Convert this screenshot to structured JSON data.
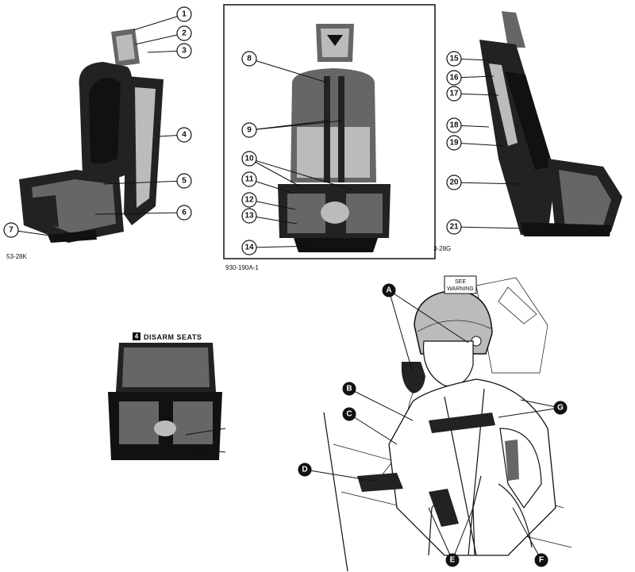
{
  "figure_codes": {
    "left_view": "53-28K",
    "center_view": "930-190A-1",
    "right_view": "3-28G"
  },
  "disarm": {
    "step_number": "4",
    "label": "DISARM SEATS"
  },
  "warning_box": {
    "line1": "SEE",
    "line2": "WARNING"
  },
  "callouts_left": [
    "1",
    "2",
    "3",
    "4",
    "5",
    "6",
    "7"
  ],
  "callouts_center": [
    "8",
    "9",
    "10",
    "11",
    "12",
    "13",
    "14"
  ],
  "callouts_right": [
    "15",
    "16",
    "17",
    "18",
    "19",
    "20",
    "21"
  ],
  "callouts_pilot": [
    "A",
    "B",
    "C",
    "D",
    "E",
    "F",
    "G"
  ]
}
